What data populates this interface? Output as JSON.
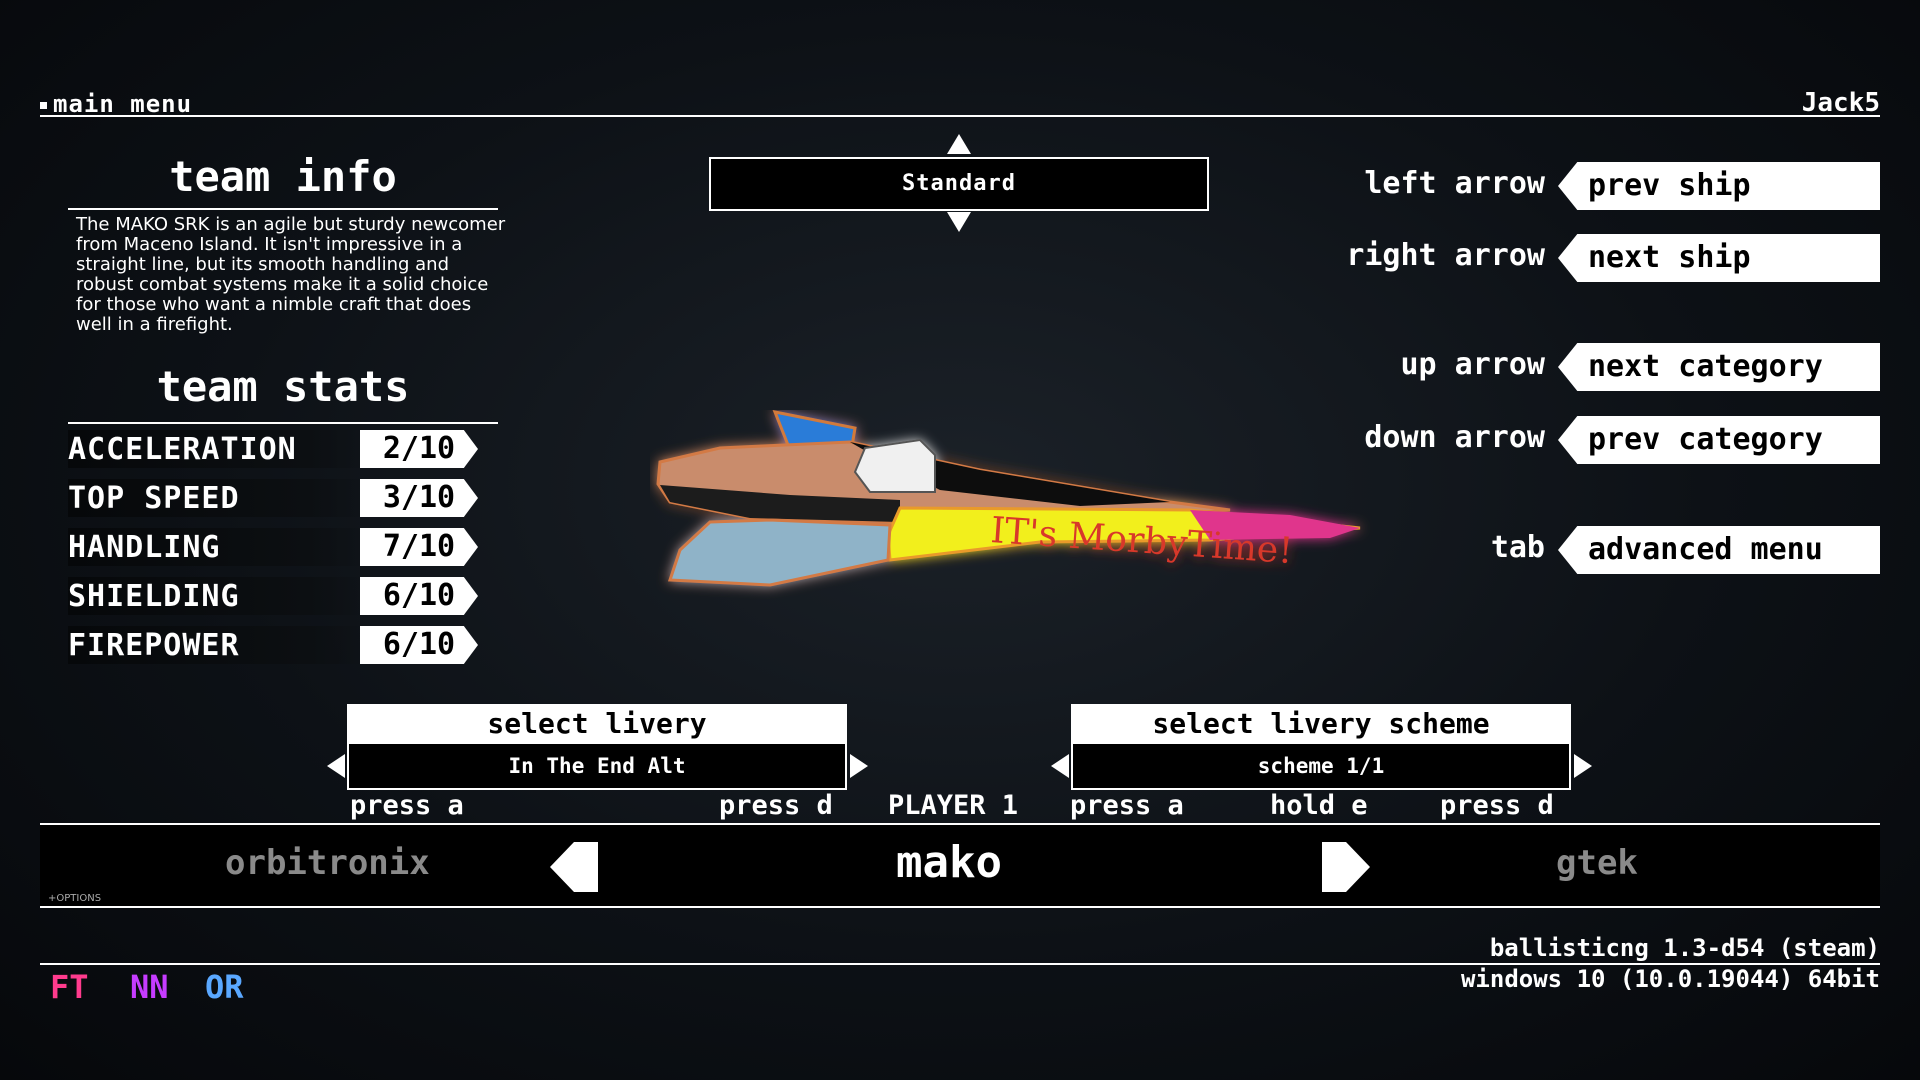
{
  "header": {
    "main_menu": "main menu",
    "username": "Jack5"
  },
  "team_info": {
    "title": "team info",
    "description": "The MAKO SRK is an agile but sturdy newcomer from Maceno Island. It isn't impressive in a straight line, but its smooth handling and robust combat systems make it a solid choice for those who want a nimble craft that does well in a firefight."
  },
  "team_stats": {
    "title": "team stats",
    "stats": [
      {
        "label": "ACCELERATION",
        "value": "2/10"
      },
      {
        "label": "TOP SPEED",
        "value": "3/10"
      },
      {
        "label": "HANDLING",
        "value": "7/10"
      },
      {
        "label": "SHIELDING",
        "value": "6/10"
      },
      {
        "label": "FIREPOWER",
        "value": "6/10"
      }
    ]
  },
  "mode": {
    "label": "Standard"
  },
  "controls": [
    {
      "key": "left arrow",
      "action": "prev ship"
    },
    {
      "key": "right arrow",
      "action": "next ship"
    },
    {
      "key": "up arrow",
      "action": "next category"
    },
    {
      "key": "down arrow",
      "action": "prev category"
    },
    {
      "key": "tab",
      "action": "advanced menu"
    }
  ],
  "ship": {
    "decal_text": "IT's MorbyTime!"
  },
  "livery": {
    "title": "select livery",
    "value": "In The End Alt",
    "hint_left": "press a",
    "hint_right": "press d"
  },
  "scheme": {
    "title": "select livery scheme",
    "value": "scheme 1/1",
    "hint_left": "press a",
    "hint_middle": "hold e",
    "hint_right": "press d"
  },
  "player_label": "PLAYER 1",
  "team_bar": {
    "prev": "orbitronix",
    "current": "mako",
    "next": "gtek",
    "options_hint": "+OPTIONS"
  },
  "footer": {
    "version": "ballisticng 1.3-d54 (steam)",
    "os": "windows 10  (10.0.19044) 64bit",
    "flags": [
      {
        "text": "FT",
        "color": "#ff3b8d"
      },
      {
        "text": "NN",
        "color": "#c63cff"
      },
      {
        "text": "OR",
        "color": "#5aa8ff"
      }
    ]
  },
  "colors": {
    "accent": "#ffffff",
    "background": "#0d1116"
  }
}
